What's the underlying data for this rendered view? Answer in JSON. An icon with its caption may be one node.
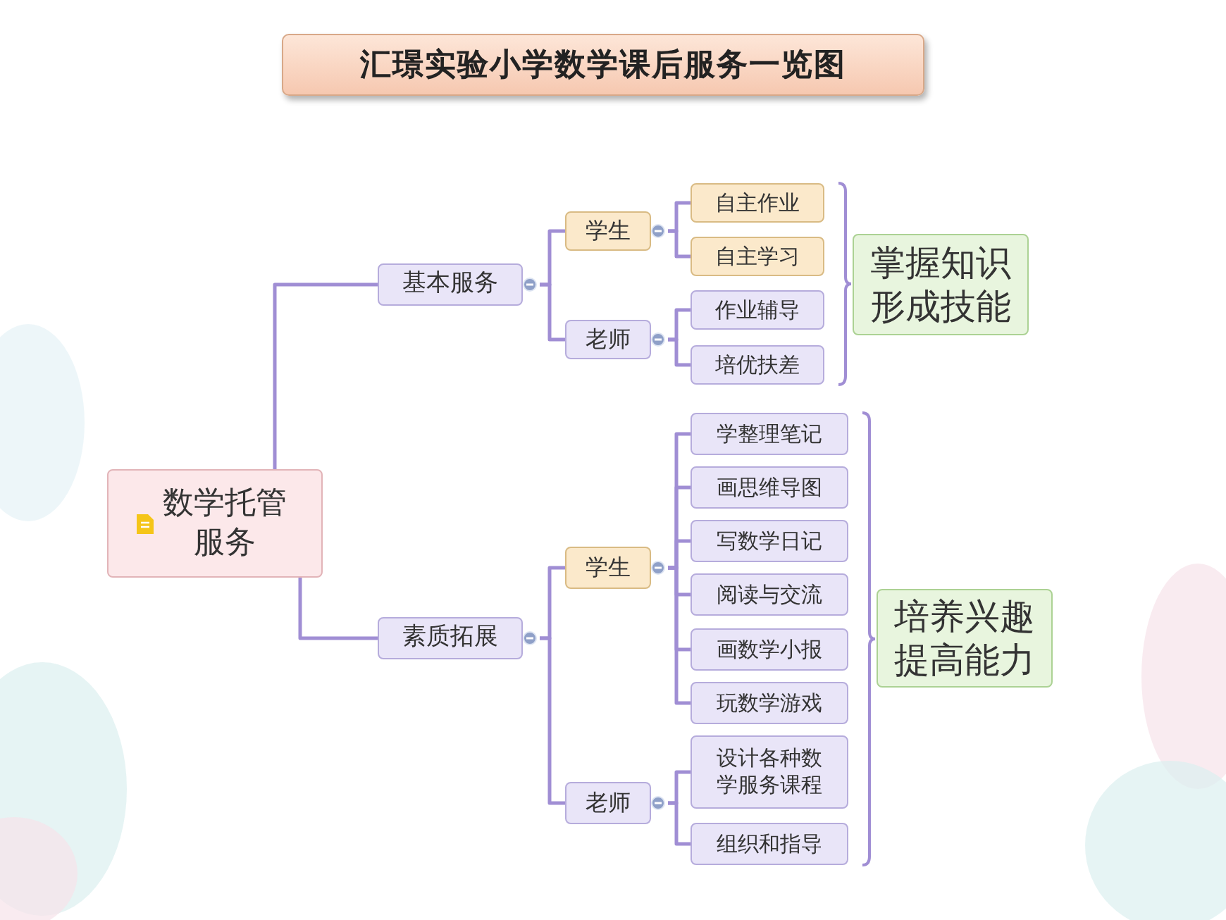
{
  "diagram": {
    "title": "汇璟实验小学数学课后服务一览图",
    "nodes": [
      {
        "text": [
          "数学托管服务"
        ]
      },
      {
        "text": [
          "基本服务"
        ]
      },
      {
        "text": [
          "学生"
        ]
      },
      {
        "text": [
          "自主作业"
        ]
      },
      {
        "text": [
          "自主学习"
        ]
      },
      {
        "text": [
          "老师"
        ]
      },
      {
        "text": [
          "作业辅导"
        ]
      },
      {
        "text": [
          "培优扶差"
        ]
      },
      {
        "text": [
          "掌握知识形成技能"
        ]
      },
      {
        "text": [
          "素质拓展"
        ]
      },
      {
        "text": [
          "学生"
        ]
      },
      {
        "text": [
          "学整理笔记"
        ]
      },
      {
        "text": [
          "画思维导图"
        ]
      },
      {
        "text": [
          "写数学日记"
        ]
      },
      {
        "text": [
          "阅读与交流"
        ]
      },
      {
        "text": [
          "画数学小报"
        ]
      },
      {
        "text": [
          "玩数学游戏"
        ]
      },
      {
        "text": [
          "老师"
        ]
      },
      {
        "text": [
          "设计各种数学服务课程"
        ]
      },
      {
        "text": [
          "组织和指导"
        ]
      },
      {
        "text": [
          "培养兴趣提高能力"
        ]
      }
    ],
    "edges": [
      {
        "from": 0,
        "to": 1,
        "arrow": "none"
      },
      {
        "from": 1,
        "to": 2,
        "arrow": "none"
      },
      {
        "from": 2,
        "to": 3,
        "arrow": "none"
      },
      {
        "from": 2,
        "to": 4,
        "arrow": "none"
      },
      {
        "from": 1,
        "to": 5,
        "arrow": "none"
      },
      {
        "from": 5,
        "to": 6,
        "arrow": "none"
      },
      {
        "from": 5,
        "to": 7,
        "arrow": "none"
      },
      {
        "from": 0,
        "to": 9,
        "arrow": "none"
      },
      {
        "from": 9,
        "to": 10,
        "arrow": "none"
      },
      {
        "from": 10,
        "to": 11,
        "arrow": "none"
      },
      {
        "from": 10,
        "to": 12,
        "arrow": "none"
      },
      {
        "from": 10,
        "to": 13,
        "arrow": "none"
      },
      {
        "from": 10,
        "to": 14,
        "arrow": "none"
      },
      {
        "from": 10,
        "to": 15,
        "arrow": "none"
      },
      {
        "from": 10,
        "to": 16,
        "arrow": "none"
      },
      {
        "from": 9,
        "to": 17,
        "arrow": "none"
      },
      {
        "from": 17,
        "to": 18,
        "arrow": "none"
      },
      {
        "from": 17,
        "to": 19,
        "arrow": "none"
      }
    ]
  }
}
